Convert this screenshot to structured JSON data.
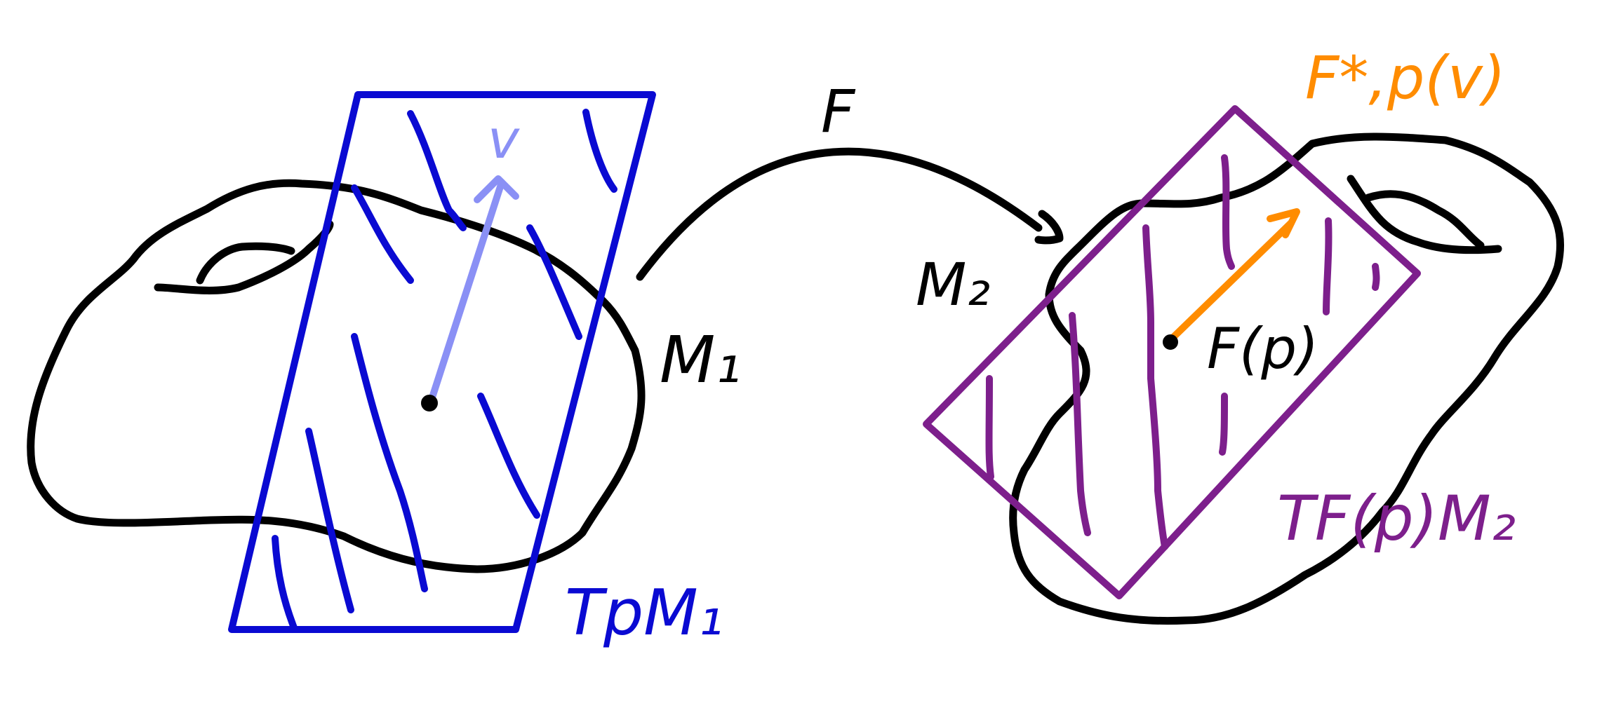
{
  "labels": {
    "map": "F",
    "manifold_1": "M₁",
    "manifold_2": "M₂",
    "tangent_space_1": "TpM₁",
    "tangent_space_2": "TF(p)M₂",
    "vector_v": "v",
    "pushforward": "F*,p(v)",
    "point_image": "F(p)"
  },
  "colors": {
    "manifold_outline": "#000000",
    "tangent_plane_1": "#0a0ad2",
    "tangent_plane_2": "#7d1f8c",
    "vector_v": "#8a90f5",
    "pushforward_vector": "#ff8c00",
    "background": "#ffffff"
  },
  "icons": {
    "left_point": "point-p-dot",
    "right_point": "point-Fp-dot"
  }
}
